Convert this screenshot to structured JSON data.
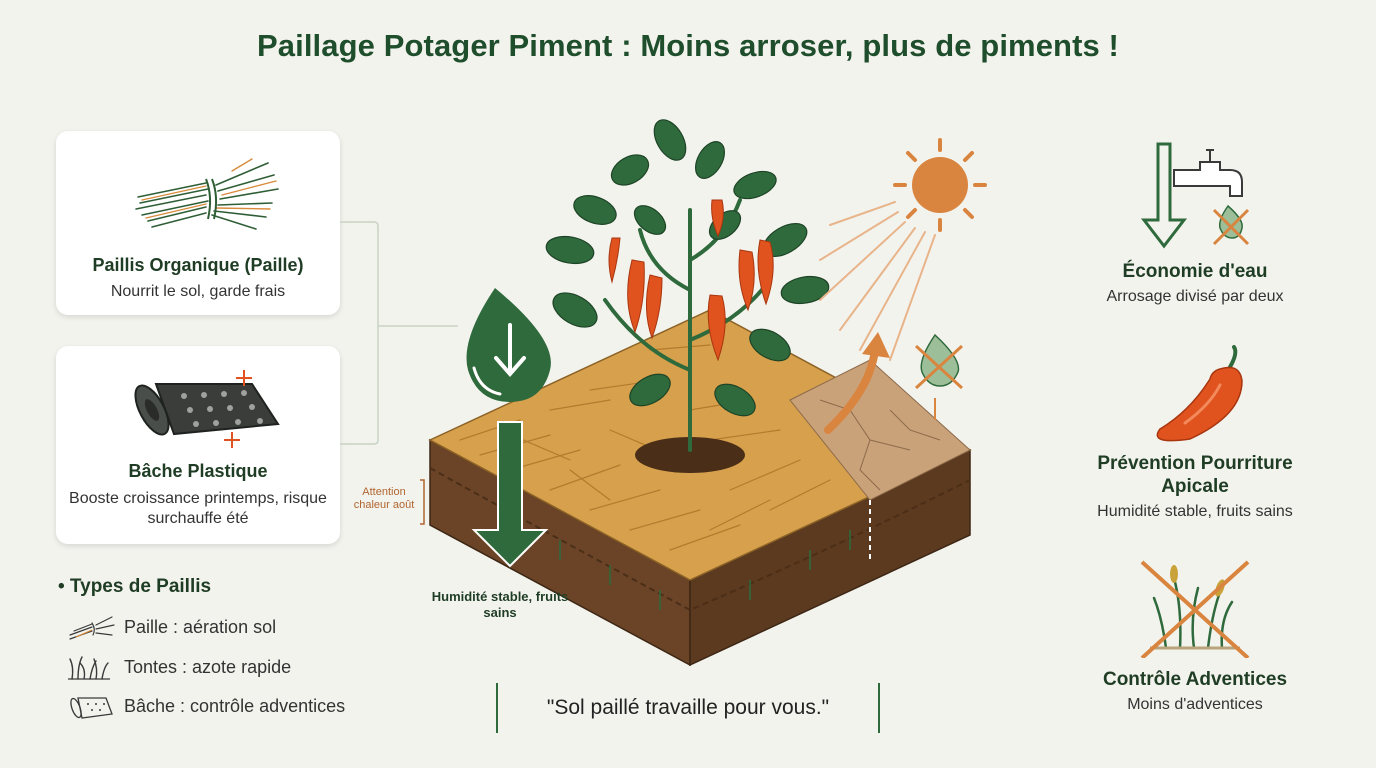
{
  "title": "Paillage Potager Piment : Moins arroser, plus de piments !",
  "cards": [
    {
      "title": "Paillis Organique (Paille)",
      "desc": "Nourrit le sol, garde frais",
      "icon": "straw-bundle-icon"
    },
    {
      "title": "Bâche Plastique",
      "desc": "Booste croissance printemps, risque surchauffe été",
      "icon": "plastic-sheet-icon"
    }
  ],
  "types": {
    "title": "• Types de Paillis",
    "items": [
      {
        "label": "Paille : aération sol",
        "icon": "straw-icon"
      },
      {
        "label": "Tontes : azote rapide",
        "icon": "grass-icon"
      },
      {
        "label": "Bâche : contrôle adventices",
        "icon": "sheet-icon"
      }
    ]
  },
  "scene": {
    "warning_note": "Attention chaleur août",
    "humidity_note": "Humidité stable, fruits sains"
  },
  "quote": "\"Sol paillé travaille pour vous.\"",
  "benefits": [
    {
      "title": "Économie d'eau",
      "desc": "Arrosage divisé par deux",
      "icon": "water-tap-icon"
    },
    {
      "title": "Prévention Pourriture Apicale",
      "desc": "Humidité stable, fruits sains",
      "icon": "pepper-icon"
    },
    {
      "title": "Contrôle Adventices",
      "desc": "Moins d'adventices",
      "icon": "weeds-crossed-icon"
    }
  ],
  "colors": {
    "background": "#f3f3ee",
    "title_green": "#1f4e2c",
    "leaf_green": "#2f6a3c",
    "pepper_orange": "#e0531f",
    "sun_orange": "#d9853f",
    "soil_brown": "#6b4427",
    "straw": "#d6a04c"
  }
}
